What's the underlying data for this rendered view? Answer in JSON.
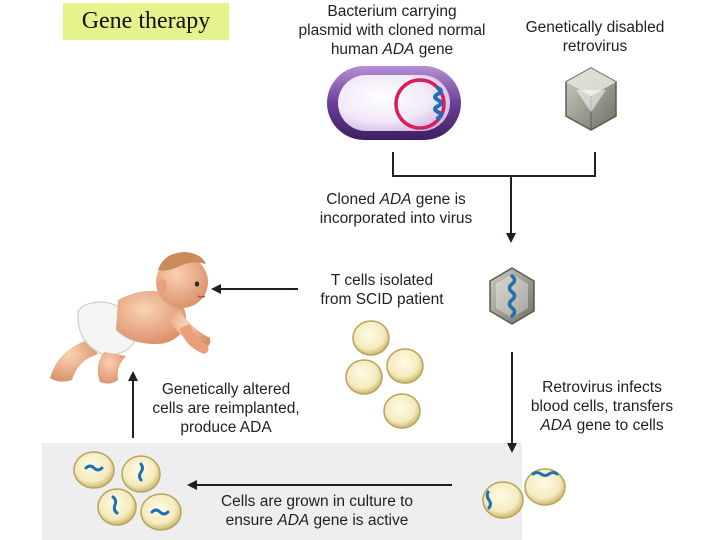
{
  "title": "Gene therapy",
  "labels": {
    "bacterium": [
      "Bacterium carrying",
      "plasmid with cloned normal",
      "human ",
      "ADA",
      " gene"
    ],
    "retrovirus": [
      "Genetically disabled",
      "retrovirus"
    ],
    "cloned": [
      "Cloned ",
      "ADA",
      " gene is",
      "incorporated into virus"
    ],
    "tcells": [
      "T cells isolated",
      "from SCID patient"
    ],
    "infects": [
      "Retrovirus infects",
      "blood cells, transfers",
      "ADA",
      " gene to cells"
    ],
    "grown": [
      "Cells are grown in culture to",
      "ensure ",
      "ADA",
      " gene is active"
    ],
    "reimplanted": [
      "Genetically altered",
      "cells are reimplanted,",
      "produce ADA"
    ]
  },
  "colors": {
    "title_bg": "#e6f28c",
    "arrow": "#231f20",
    "plasmid": "#d81e5b",
    "gene": "#1f6fb5",
    "cell_fill": "#f7efc4",
    "cell_rim": "#c9b86a",
    "bacterium": "#8b5fb3",
    "virus": "#9a9a8e",
    "skin": "#f2b38c",
    "diaper": "#f4f4f4",
    "hair": "#c98b5a"
  },
  "icons": [
    "bacterium-icon",
    "plasmid-icon",
    "retrovirus-icon",
    "infected-virus-icon",
    "cell-icon",
    "baby-icon",
    "arrow-icon"
  ]
}
